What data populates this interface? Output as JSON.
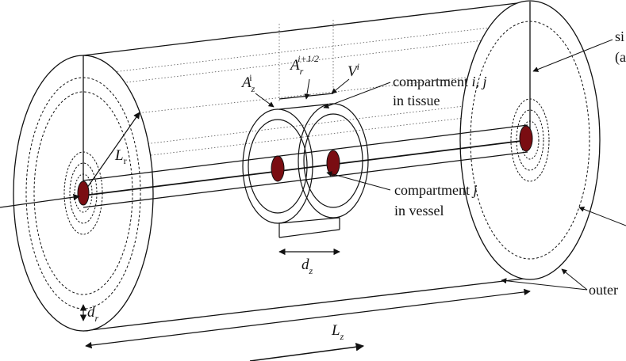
{
  "labels": {
    "A_z": "A",
    "A_z_sub": "z",
    "A_z_sup": "i",
    "A_r": "A",
    "A_r_sub": "r",
    "A_r_sup": "i+1/2",
    "V": "V",
    "V_sup": "i",
    "L_r": "L",
    "L_r_sub": "r",
    "d_z": "d",
    "d_z_sub": "z",
    "d_r": "d",
    "d_r_sub": "r",
    "L_z": "L",
    "L_z_sub": "z",
    "tissue_line1_prefix": "compartment ",
    "tissue_line1_ij": "i, j",
    "tissue_line2": "in tissue",
    "vessel_line1_prefix": "compartment ",
    "vessel_line1_j": "j",
    "vessel_line2": "in vessel",
    "side_top_1": "si",
    "side_top_2": "(a",
    "outer": "outer"
  },
  "colors": {
    "vessel_fill": "#7a0d12",
    "stroke": "#111111"
  }
}
